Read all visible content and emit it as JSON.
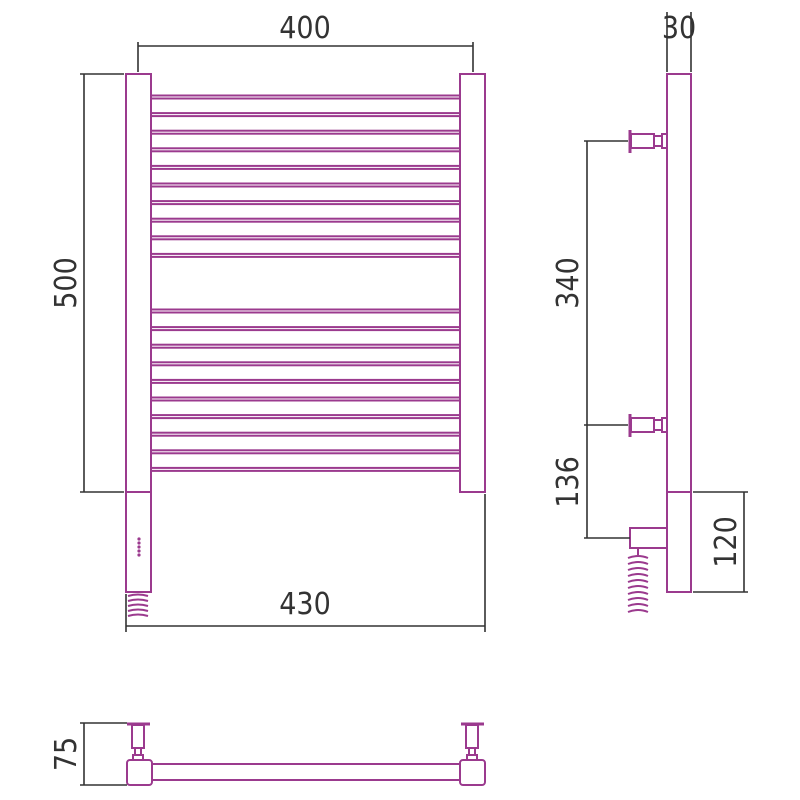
{
  "drawing": {
    "colors": {
      "product": "#9b3a8e",
      "dimension": "#333333"
    },
    "dimensions": {
      "width_between_centers": "400",
      "overall_width": "430",
      "height": "500",
      "depth": "30",
      "bracket_spacing": "340",
      "bottom_bracket_offset": "136",
      "heater_section": "120",
      "wall_offset": "75"
    },
    "rungs_top_group": 10,
    "rungs_bottom_group": 10
  }
}
